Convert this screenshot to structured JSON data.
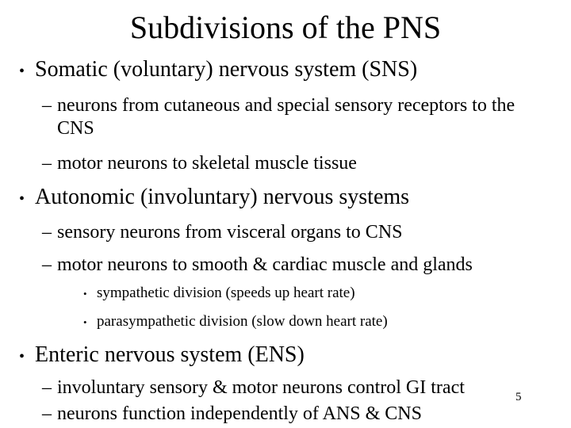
{
  "slide": {
    "title": "Subdivisions of the PNS",
    "page_number": "5",
    "bullets": [
      {
        "label": "Somatic (voluntary) nervous system (SNS)",
        "subs": [
          "neurons from cutaneous and special sensory receptors to the CNS",
          "motor neurons to skeletal muscle tissue"
        ]
      },
      {
        "label": "Autonomic (involuntary) nervous systems",
        "subs": [
          "sensory neurons from visceral organs to CNS",
          "motor neurons to smooth & cardiac muscle and glands"
        ],
        "level3": [
          "sympathetic division (speeds up heart rate)",
          "parasympathetic division (slow down heart rate)"
        ]
      },
      {
        "label": "Enteric nervous system (ENS)",
        "subs": [
          "involuntary sensory & motor neurons control GI tract",
          "neurons function independently of ANS & CNS"
        ]
      }
    ]
  },
  "markers": {
    "level1": "•",
    "level2": "–",
    "level3": "•"
  }
}
